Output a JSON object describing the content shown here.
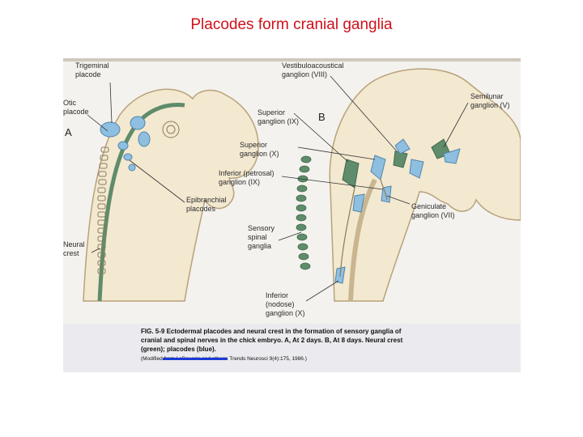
{
  "slide": {
    "title": "Placodes form cranial ganglia"
  },
  "figure": {
    "panel_a": "A",
    "panel_b": "B",
    "labels": {
      "trigeminal_1": "Trigeminal",
      "trigeminal_2": "placode",
      "otic_1": "Otic",
      "otic_2": "placode",
      "epibranchial_1": "Epibranchial",
      "epibranchial_2": "placodes",
      "neural_crest_1": "Neural",
      "neural_crest_2": "crest",
      "vestibulo_1": "Vestibuloacoustical",
      "vestibulo_2": "ganglion (VIII)",
      "semilunar_1": "Semilunar",
      "semilunar_2": "ganglion (V)",
      "superior_ix_1": "Superior",
      "superior_ix_2": "ganglion (IX)",
      "superior_x_1": "Superior",
      "superior_x_2": "ganglion (X)",
      "petrosal_1": "Inferior (petrosal)",
      "petrosal_2": "ganglion (IX)",
      "geniculate_1": "Geniculate",
      "geniculate_2": "ganglion (VII)",
      "sensory_1": "Sensory",
      "sensory_2": "spinal",
      "sensory_3": "ganglia",
      "nodose_1": "Inferior",
      "nodose_2": "(nodose)",
      "nodose_3": "ganglion (X)"
    },
    "caption": {
      "fig_number": "FIG. 5-9",
      "line1": "Ectodermal placodes and neural crest in the formation of sensory ganglia of",
      "line2": "cranial and spinal nerves in the chick embryo. A, At 2 days. B, At 8 days. Neural crest",
      "line3": "(green); placodes (blue).",
      "source": "(Modified from LeDouarin and others: Trends Neurosci 9(4):175, 1986.)"
    },
    "colors": {
      "neural_crest": "#5f8c6a",
      "placodes": "#8fbfe0",
      "embryo_fill": "#f3e8d0",
      "embryo_outline": "#b8a27a"
    }
  }
}
